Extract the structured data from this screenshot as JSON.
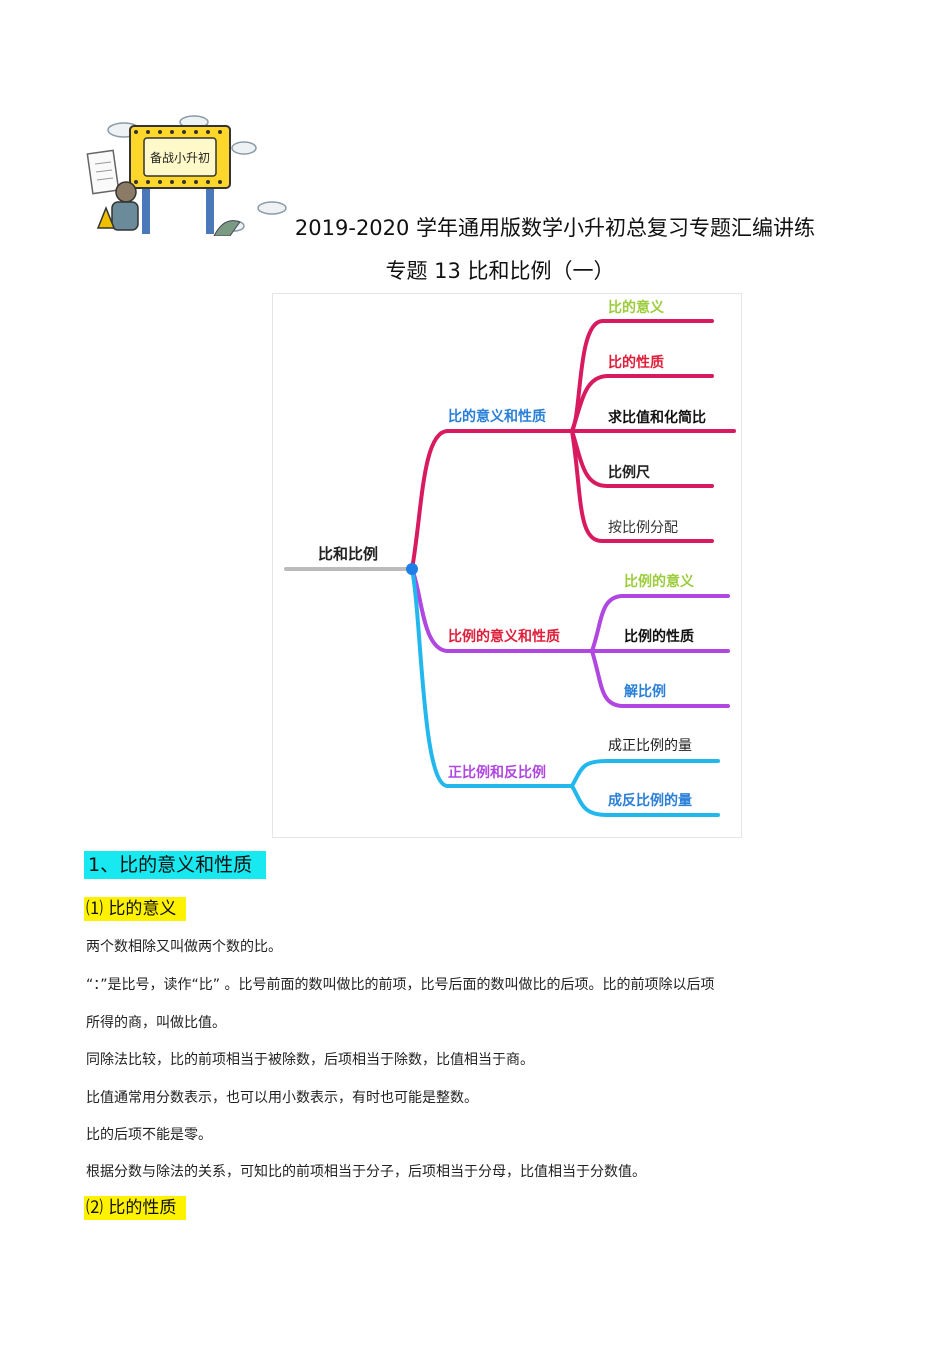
{
  "header": {
    "badge_text": "备战小升初",
    "title": "2019-2020 学年通用版数学小升初总复习专题汇编讲练",
    "subtitle": "专题 13    比和比例（一）"
  },
  "mindmap": {
    "root": "比和比例",
    "branch1": {
      "label": "比的意义和性质",
      "items": [
        "比的意义",
        "比的性质",
        "求比值和化简比",
        "比例尺",
        "按比例分配"
      ]
    },
    "branch2": {
      "label": "比例的意义和性质",
      "items": [
        "比例的意义",
        "比例的性质",
        "解比例"
      ]
    },
    "branch3": {
      "label": "正比例和反比例",
      "items": [
        "成正比例的量",
        "成反比例的量"
      ]
    }
  },
  "colors": {
    "branch1": "#d81b60",
    "branch2": "#b047e0",
    "branch3": "#22b8ee",
    "root_line": "#bbbbbb",
    "highlight_cyan": "#18e8f0",
    "highlight_yellow": "#fff200"
  },
  "section1": {
    "heading": "1、比的意义和性质",
    "sub1": "⑴  比的意义",
    "paragraphs": [
      "两个数相除又叫做两个数的比。",
      "“：”是比号，读作“比”   。比号前面的数叫做比的前项，比号后面的数叫做比的后项。比的前项除以后项",
      "所得的商，叫做比值。",
      "同除法比较，比的前项相当于被除数，后项相当于除数，比值相当于商。",
      "比值通常用分数表示，也可以用小数表示，有时也可能是整数。",
      "比的后项不能是零。",
      "根据分数与除法的关系，可知比的前项相当于分子，后项相当于分母，比值相当于分数值。"
    ],
    "sub2": "⑵  比的性质"
  }
}
